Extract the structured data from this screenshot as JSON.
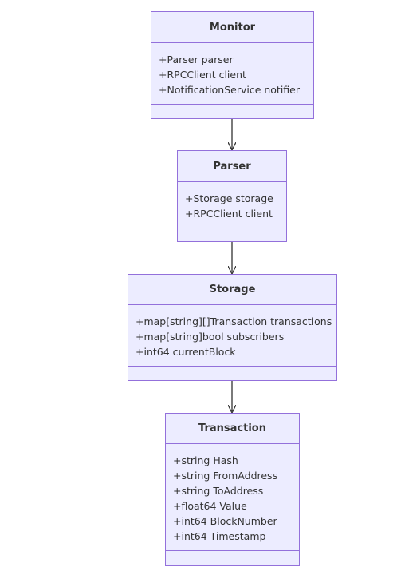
{
  "classes": [
    {
      "name": "Monitor",
      "attributes": [
        "+Parser parser",
        "+RPCClient client",
        "+NotificationService notifier"
      ],
      "methods": []
    },
    {
      "name": "Parser",
      "attributes": [
        "+Storage storage",
        "+RPCClient client"
      ],
      "methods": []
    },
    {
      "name": "Storage",
      "attributes": [
        "+map[string][]Transaction transactions",
        "+map[string]bool subscribers",
        "+int64 currentBlock"
      ],
      "methods": []
    },
    {
      "name": "Transaction",
      "attributes": [
        "+string Hash",
        "+string FromAddress",
        "+string ToAddress",
        "+float64 Value",
        "+int64 BlockNumber",
        "+int64 Timestamp"
      ],
      "methods": []
    }
  ],
  "relations": [
    {
      "from": "Monitor",
      "to": "Parser"
    },
    {
      "from": "Parser",
      "to": "Storage"
    },
    {
      "from": "Storage",
      "to": "Transaction"
    }
  ],
  "colors": {
    "fill": "#ECECFF",
    "border": "#9370DB",
    "text": "#333333",
    "edge": "#333333"
  }
}
